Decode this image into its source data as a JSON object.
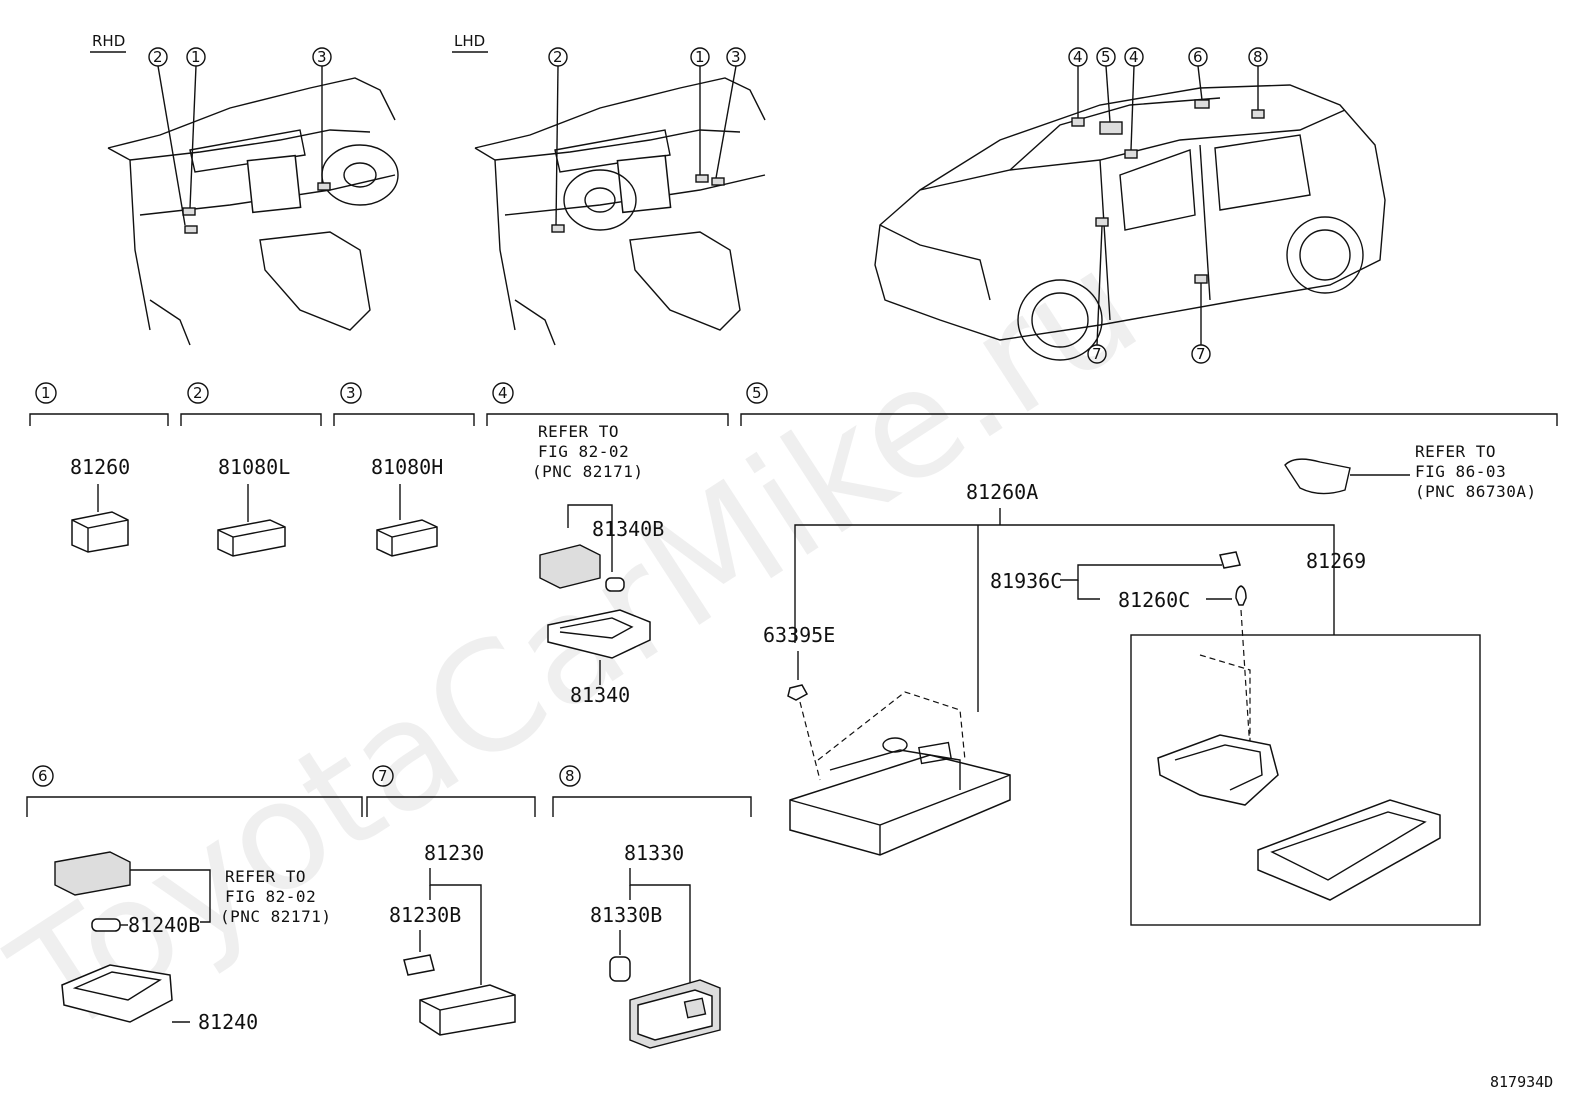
{
  "header": {
    "rhd": "RHD",
    "lhd": "LHD"
  },
  "callouts": [
    "1",
    "2",
    "3",
    "4",
    "5",
    "6",
    "7",
    "8"
  ],
  "parts": {
    "p81260": "81260",
    "p81080L": "81080L",
    "p81080H": "81080H",
    "p81340B": "81340B",
    "p81340": "81340",
    "p81260A": "81260A",
    "p81936C": "81936C",
    "p81260C": "81260C",
    "p81269": "81269",
    "p63395E": "63395E",
    "p81230": "81230",
    "p81230B": "81230B",
    "p81330": "81330",
    "p81330B": "81330B",
    "p81240B": "81240B",
    "p81240": "81240"
  },
  "refs": {
    "ref_to": "REFER TO",
    "fig_82_02": "FIG 82-02",
    "pnc_82171": "(PNC 82171)",
    "fig_86_03": "FIG 86-03",
    "pnc_86730A": "(PNC 86730A)"
  },
  "watermark": "ToyotaCarMike.ru",
  "figure_id": "817934D"
}
